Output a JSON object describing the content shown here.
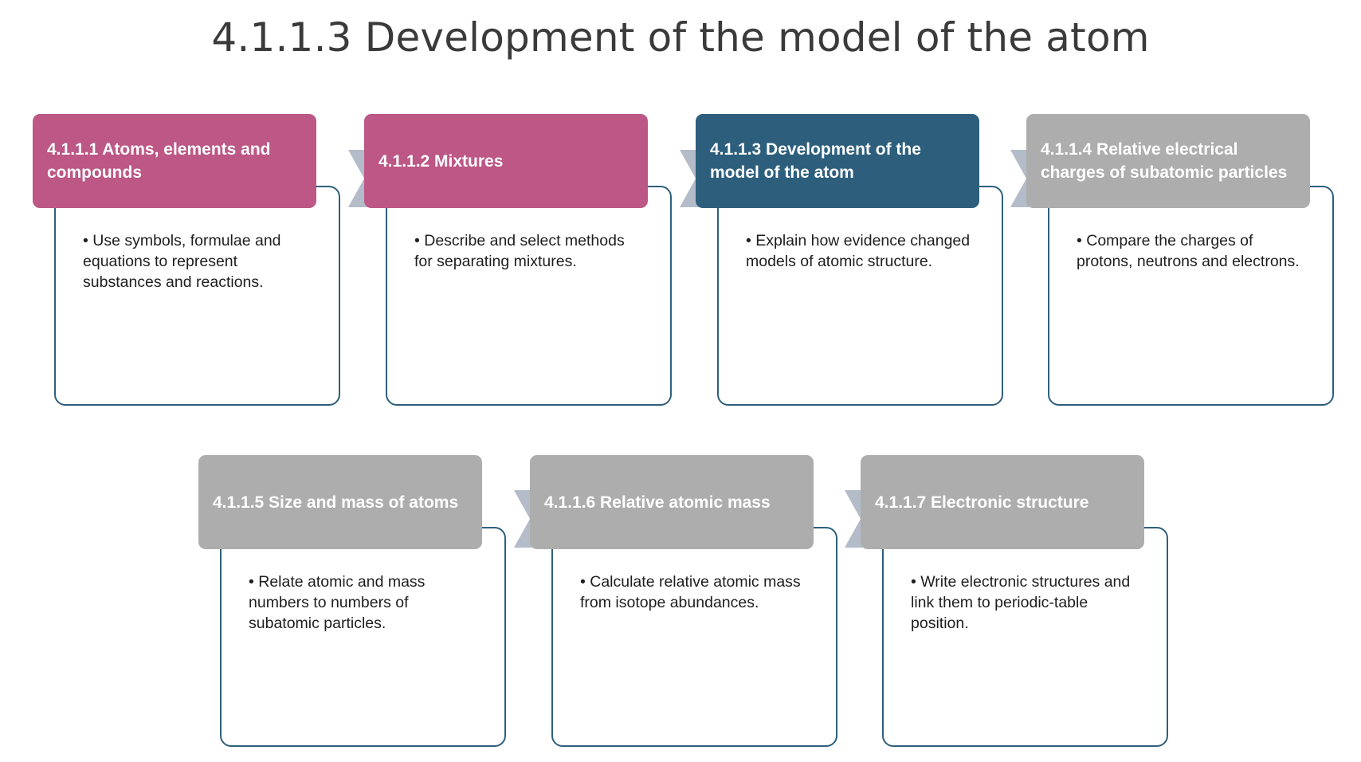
{
  "title": "4.1.1.3 Development of the model of the atom",
  "colors": {
    "completed": "#bc5786",
    "current": "#2d5f7d",
    "upcoming": "#adadad",
    "border": "#2e5f7c",
    "connector": "#b3bcc8"
  },
  "steps": [
    {
      "heading": "4.1.1.1 Atoms, elements and compounds",
      "bullet": "• Use symbols, formulae and equations to represent substances and reactions.",
      "state": "completed"
    },
    {
      "heading": "4.1.1.2 Mixtures",
      "bullet": "• Describe and select methods for separating mixtures.",
      "state": "completed"
    },
    {
      "heading": "4.1.1.3 Development of the model of the atom",
      "bullet": "• Explain how evidence changed models of atomic structure.",
      "state": "current"
    },
    {
      "heading": "4.1.1.4 Relative electrical charges of subatomic particles",
      "bullet": "• Compare the charges of protons, neutrons and electrons.",
      "state": "upcoming"
    },
    {
      "heading": "4.1.1.5 Size and mass of atoms",
      "bullet": "• Relate atomic and mass numbers to numbers of subatomic particles.",
      "state": "upcoming"
    },
    {
      "heading": "4.1.1.6 Relative atomic mass",
      "bullet": "• Calculate relative atomic mass from isotope abundances.",
      "state": "upcoming"
    },
    {
      "heading": "4.1.1.7 Electronic structure",
      "bullet": "• Write electronic structures and link them to periodic-table position.",
      "state": "upcoming"
    }
  ]
}
